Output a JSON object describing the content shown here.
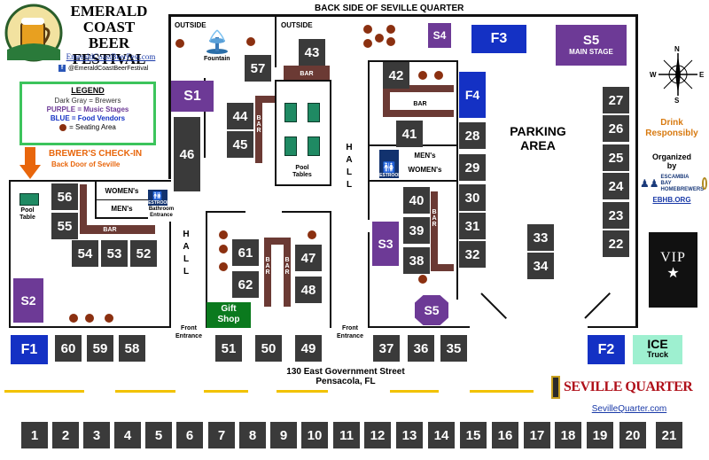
{
  "header": {
    "title_lines": [
      "EMERALD",
      "COAST BEER",
      "FESTIVAL"
    ],
    "website": "EmeraldCoastBeerFest.com",
    "facebook": "@EmeraldCoastBeerFestival",
    "logo_text": "EMERALD COAST BEER FESTIVAL"
  },
  "legend": {
    "title": "LEGEND",
    "brewers": "Dark Gray = Brewers",
    "stages": "PURPLE = Music Stages",
    "food": "BLUE = Food Vendors",
    "seating": "= Seating Area"
  },
  "labels": {
    "back_side": "BACK SIDE OF SEVILLE QUARTER",
    "outside_1": "OUTSIDE",
    "outside_2": "OUTSIDE",
    "fountain": "Fountain",
    "checkin": "BREWER'S CHECK-IN",
    "checkin_sub": "Back Door of Seville",
    "pool_table_1": "Pool Table",
    "pool_tables_2": "Pool Tables",
    "womens_1": "WOMEN's",
    "mens_1": "MEN's",
    "bathroom_entrance": "Bathroom Entrance",
    "restroom": "RESTROOM",
    "mens_2": "MEN's",
    "womens_2": "WOMEN's",
    "hall_1": "HALL",
    "hall_2": "HALL",
    "bar": "BAR",
    "gift_shop_1": "Gift",
    "gift_shop_2": "Shop",
    "front_entrance_1": "Front Entrance",
    "front_entrance_2": "Front Entrance",
    "address_line1": "130 East Government Street",
    "address_line2": "Pensacola, FL",
    "parking": "PARKING AREA",
    "drink_responsibly": "Drink Responsibly",
    "organized_by": "Organized by",
    "org_name": "ESCAMBIA BAY HOMEBREWERS",
    "org_site": "EBHB.ORG",
    "vip": "VIP",
    "seville_logo": "SEVILLE QUARTER",
    "seville_site": "SevilleQuarter.com",
    "ice": "ICE",
    "truck": "Truck",
    "compass": {
      "n": "N",
      "s": "S",
      "e": "E",
      "w": "W"
    }
  },
  "stages": {
    "s1": "S1",
    "s2": "S2",
    "s3": "S3",
    "s4": "S4",
    "s5a": "S5",
    "s5b": "S5",
    "main_stage": "MAIN STAGE"
  },
  "food": {
    "f1": "F1",
    "f2": "F2",
    "f3": "F3",
    "f4": "F4"
  },
  "booths": {
    "b22": "22",
    "b23": "23",
    "b24": "24",
    "b25": "25",
    "b26": "26",
    "b27": "27",
    "b28": "28",
    "b29": "29",
    "b30": "30",
    "b31": "31",
    "b32": "32",
    "b33": "33",
    "b34": "34",
    "b35": "35",
    "b36": "36",
    "b37": "37",
    "b38": "38",
    "b39": "39",
    "b40": "40",
    "b41": "41",
    "b42": "42",
    "b43": "43",
    "b44": "44",
    "b45": "45",
    "b46": "46",
    "b47": "47",
    "b48": "48",
    "b49": "49",
    "b50": "50",
    "b51": "51",
    "b52": "52",
    "b53": "53",
    "b54": "54",
    "b55": "55",
    "b56": "56",
    "b57": "57",
    "b58": "58",
    "b59": "59",
    "b60": "60",
    "b61": "61",
    "b62": "62"
  },
  "bottom_row": [
    "1",
    "2",
    "3",
    "4",
    "5",
    "6",
    "7",
    "8",
    "9",
    "10",
    "11",
    "12",
    "13",
    "14",
    "15",
    "16",
    "17",
    "18",
    "19",
    "20",
    "21"
  ],
  "colors": {
    "brewer": "#3a3a3a",
    "stage": "#6d3a96",
    "food": "#1431c4",
    "seating": "#8b3010",
    "bar": "#6b3a34",
    "legend_border": "#3cc45c",
    "checkin": "#e8660c",
    "ice": "#9ef0d0",
    "gift_shop": "#0b7a1e"
  }
}
